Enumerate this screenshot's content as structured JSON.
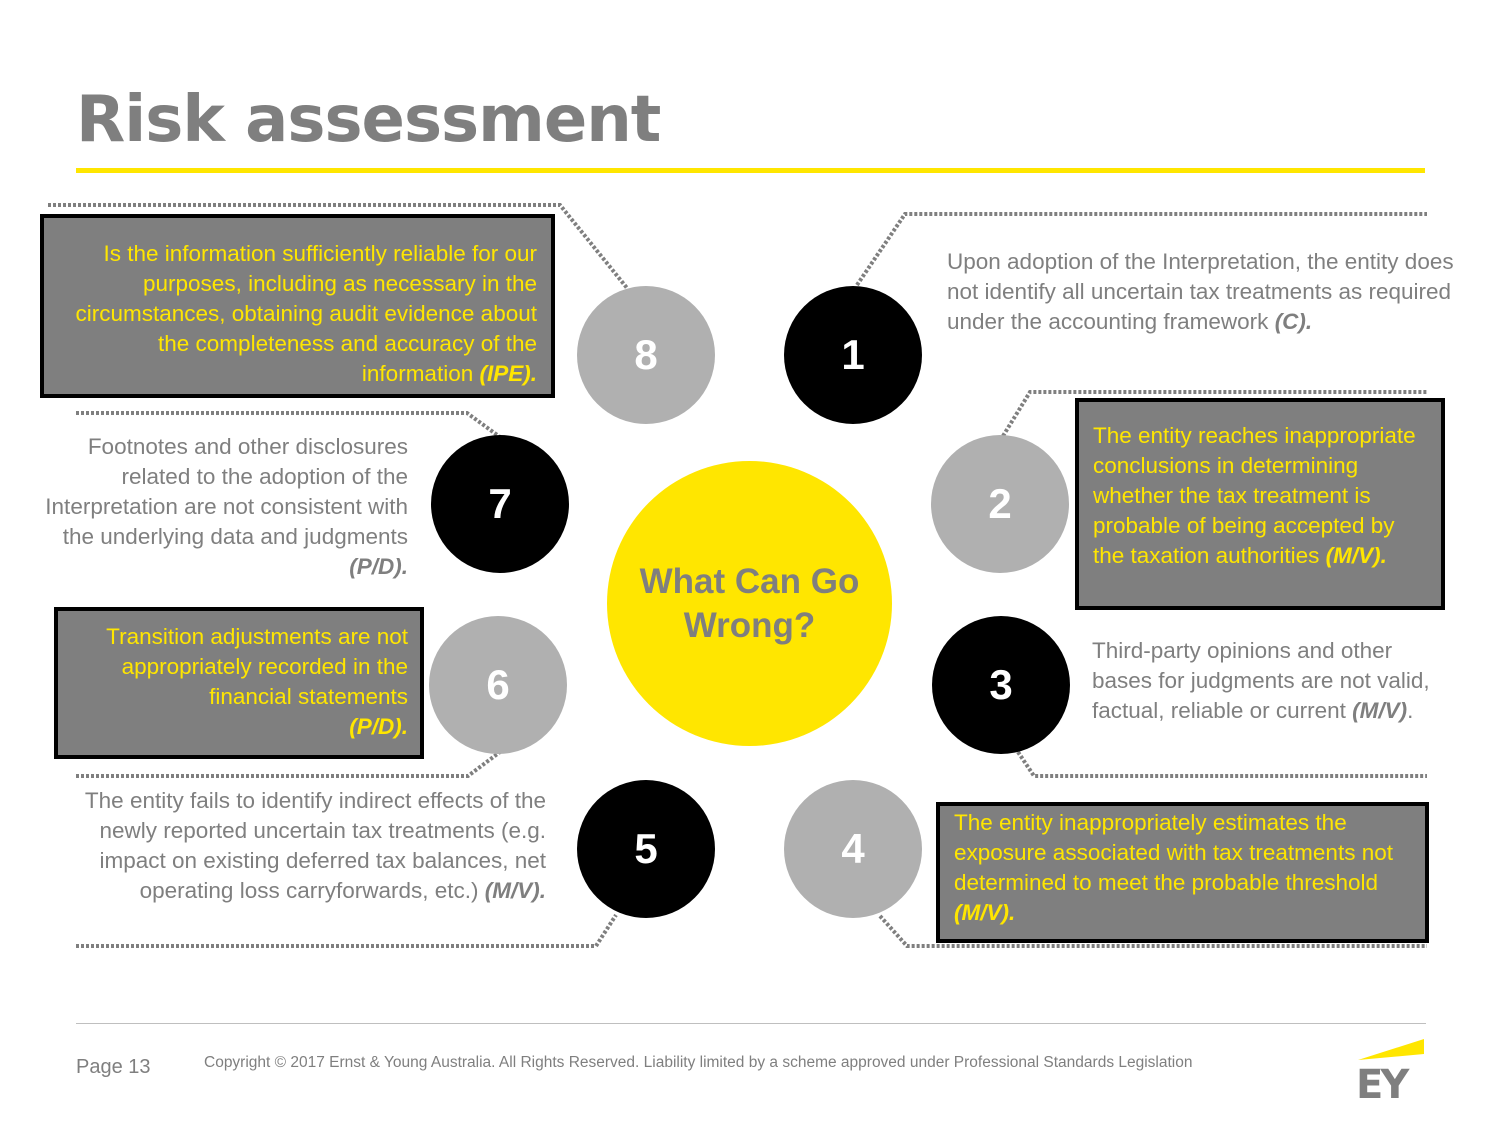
{
  "slide": {
    "title": "Risk assessment"
  },
  "center": {
    "line1": "What Can Go",
    "line2": "Wrong?"
  },
  "circles": [
    "1",
    "2",
    "3",
    "4",
    "5",
    "6",
    "7",
    "8"
  ],
  "risks": {
    "r1": {
      "text": "Upon adoption of the Interpretation, the entity does not identify all uncertain tax treatments as required under the accounting framework ",
      "tag": "(C)."
    },
    "r2": {
      "text": "The entity reaches inappropriate conclusions in determining whether the tax treatment is probable of being accepted by the taxation authorities ",
      "tag": "(M/V)."
    },
    "r3": {
      "text": "Third-party opinions and other bases for judgments are not valid, factual, reliable or current ",
      "tag": "(M/V)",
      "suffix": "."
    },
    "r4": {
      "text": "The entity inappropriately estimates the exposure associated with tax treatments not determined to meet the probable threshold ",
      "tag": "(M/V)."
    },
    "r5": {
      "text": "The entity fails to identify indirect effects of the newly reported uncertain tax treatments (e.g. impact on existing deferred tax balances, net operating loss carryforwards, etc.) ",
      "tag": "(M/V)."
    },
    "r6": {
      "text": "Transition adjustments are not appropriately recorded in the financial statements",
      "tag": "(P/D)."
    },
    "r7": {
      "text": "Footnotes and other disclosures related to the adoption of the Interpretation are not consistent with the underlying data and judgments ",
      "tag": "(P/D)."
    },
    "r8": {
      "text": "Is the information sufficiently reliable for our purposes, including as necessary in the circumstances, obtaining audit evidence about the completeness and accuracy of the information ",
      "tag": "(IPE)."
    }
  },
  "footer": {
    "page": "Page 13",
    "copyright": "Copyright © 2017 Ernst & Young Australia. All Rights Reserved. Liability limited by a scheme approved under Professional Standards Legislation",
    "logo_text": "EY"
  },
  "colors": {
    "accent": "#ffe600",
    "grey": "#7f7f7f",
    "light_circle": "#b0b0b0",
    "dark_circle": "#000000"
  }
}
